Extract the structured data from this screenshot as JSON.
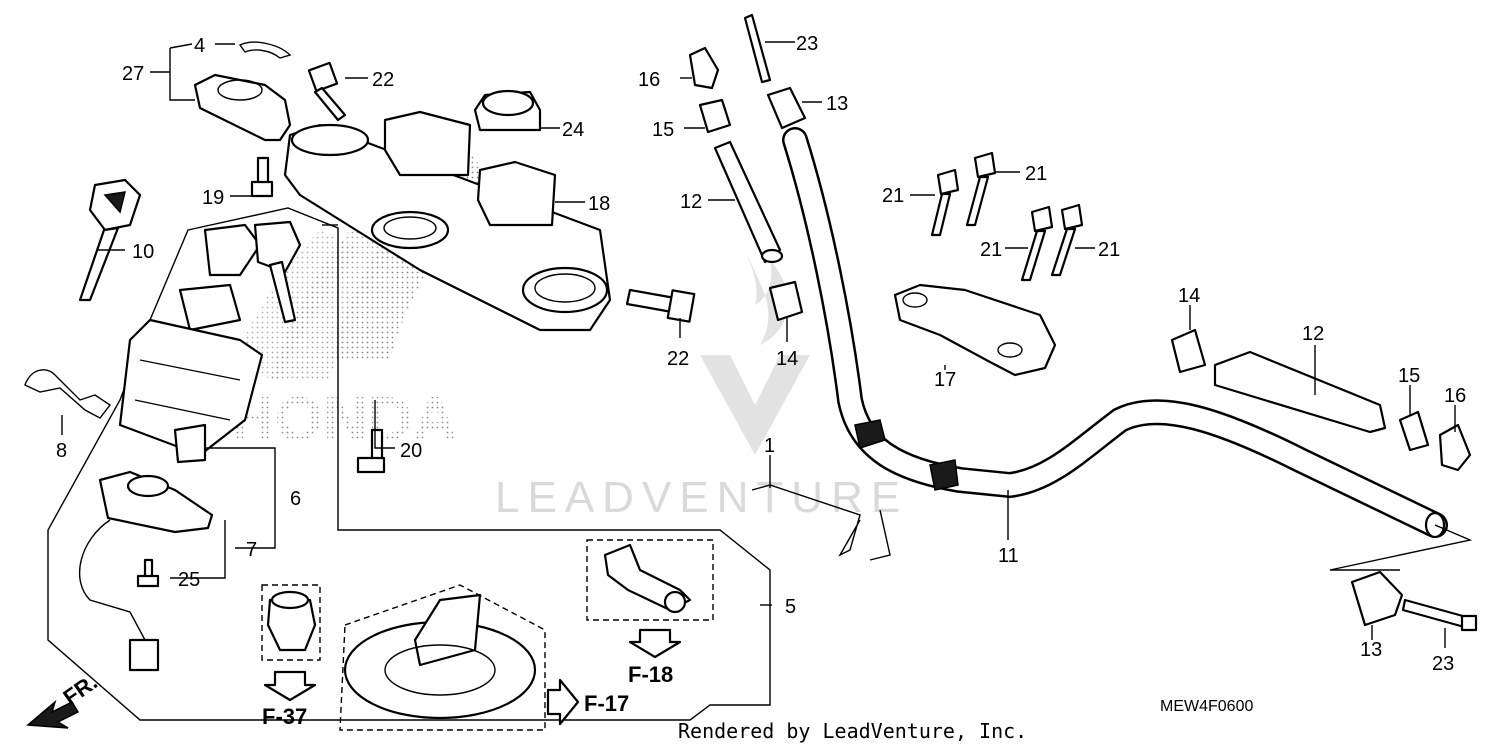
{
  "labels": {
    "p1": "1",
    "p4": "4",
    "p5": "5",
    "p6": "6",
    "p7": "7",
    "p8": "8",
    "p10": "10",
    "p11": "11",
    "p12a": "12",
    "p12b": "12",
    "p13a": "13",
    "p13b": "13",
    "p14a": "14",
    "p14b": "14",
    "p15a": "15",
    "p15b": "15",
    "p16a": "16",
    "p16b": "16",
    "p17": "17",
    "p18": "18",
    "p19": "19",
    "p20": "20",
    "p21a": "21",
    "p21b": "21",
    "p21c": "21",
    "p21d": "21",
    "p22a": "22",
    "p22b": "22",
    "p23a": "23",
    "p23b": "23",
    "p24": "24",
    "p25": "25",
    "p27": "27"
  },
  "refs": {
    "f17": "F-17",
    "f18": "F-18",
    "f37": "F-37",
    "front": "FR."
  },
  "watermark": {
    "brand": "HONDA",
    "leadventure": "LEADVENTURE"
  },
  "footer": {
    "credit": "Rendered by LeadVenture, Inc.",
    "code": "MEW4F0600"
  }
}
